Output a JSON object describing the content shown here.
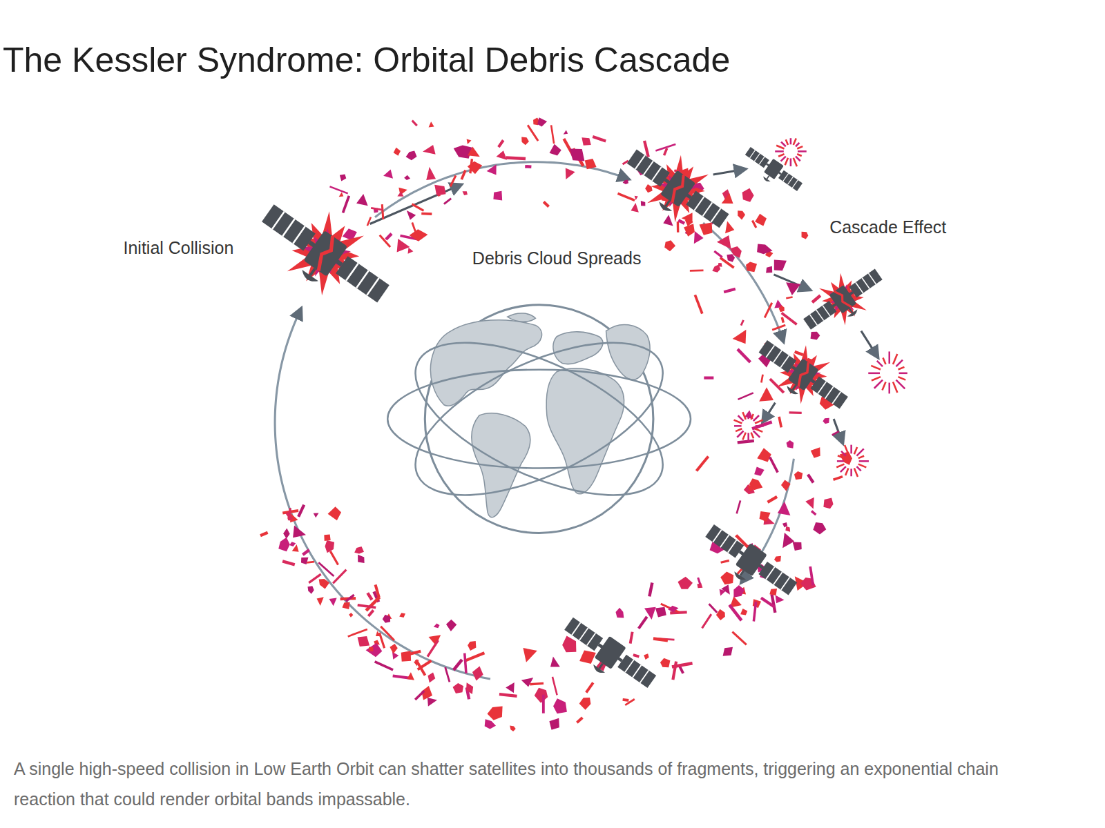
{
  "diagram": {
    "title": "The Kessler Syndrome: Orbital Debris Cascade",
    "caption": "A single high-speed collision in Low Earth Orbit can shatter satellites into thousands of fragments, triggering an exponential chain reaction that could render orbital bands impassable.",
    "labels": [
      "Initial Collision",
      "Debris Cloud Spreads",
      "Cascade Effect"
    ]
  }
}
